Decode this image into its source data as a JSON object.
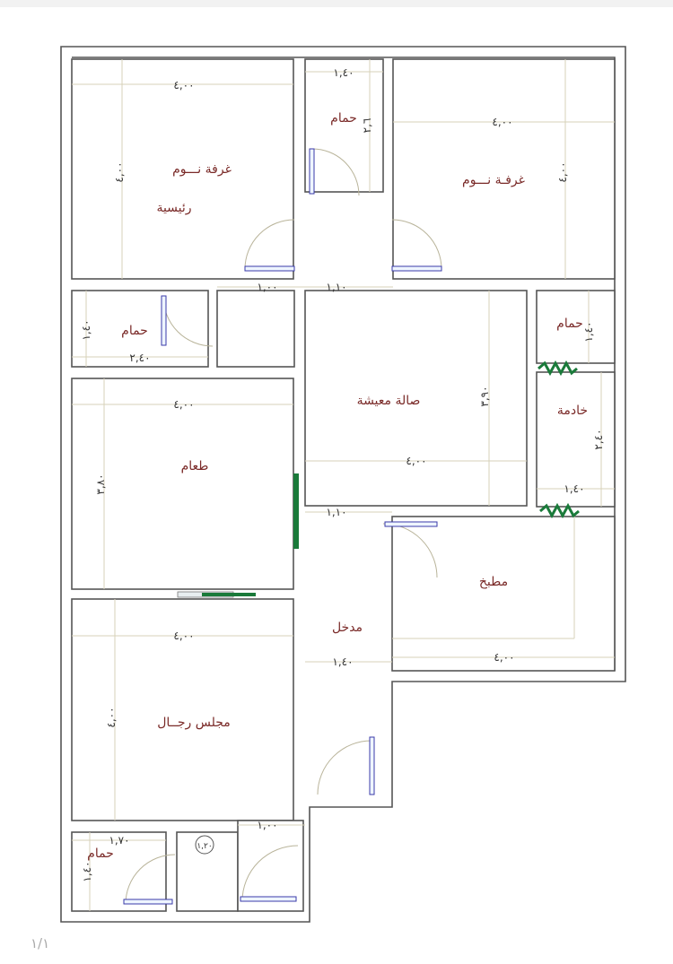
{
  "rooms": {
    "master_bedroom": {
      "line1": "غرفة نـــوم",
      "line2": "رئيسية"
    },
    "bedroom": "غرفـة نـــوم",
    "bath_top": "حمام",
    "bath_left": "حمام",
    "bath_right": "حمام",
    "bath_bottom": "حمام",
    "living": "صالة معيشة",
    "maid": "خادمة",
    "dining": "طعام",
    "kitchen": "مطبخ",
    "entrance": "مدخل",
    "majlis": "مجلس رجــال"
  },
  "dims": {
    "master_w": "٤,٠٠",
    "master_h": "٤,٠٠",
    "bath_top_w": "١,٤٠",
    "bath_top_h": "٢,٦",
    "bed_w": "٤,٠٠",
    "bed_h": "٤,٠٠",
    "corr_top_left": "١,٠٠",
    "corr_top_mid": "١,١٠",
    "bath_left_w": "٢,٤٠",
    "bath_left_h": "١,٤٠",
    "bath_right_h": "١,٤٠",
    "living_h": "٣,٩٠",
    "living_w": "٤,٠٠",
    "maid_h": "٢,٤٠",
    "maid_w": "١,٤٠",
    "dining_w": "٤,٠٠",
    "dining_h": "٣,٨٠",
    "corr_mid": "١,١٠",
    "majlis_w": "٤,٠٠",
    "majlis_h": "٤,٠٠",
    "entrance_w": "١,٤٠",
    "kitchen_w": "٤,٠٠",
    "bath_bottom_w": "١,٧٠",
    "bath_bottom_h": "١,٤٠",
    "corr_bottom": "١,٠٠",
    "wash_label": "١,٢٠"
  },
  "page": {
    "number": "١/١"
  },
  "colors": {
    "label": "#7a2a28",
    "wall": "#555555",
    "window": "#1a7a3a",
    "door_leaf": "#3a3aa8"
  }
}
